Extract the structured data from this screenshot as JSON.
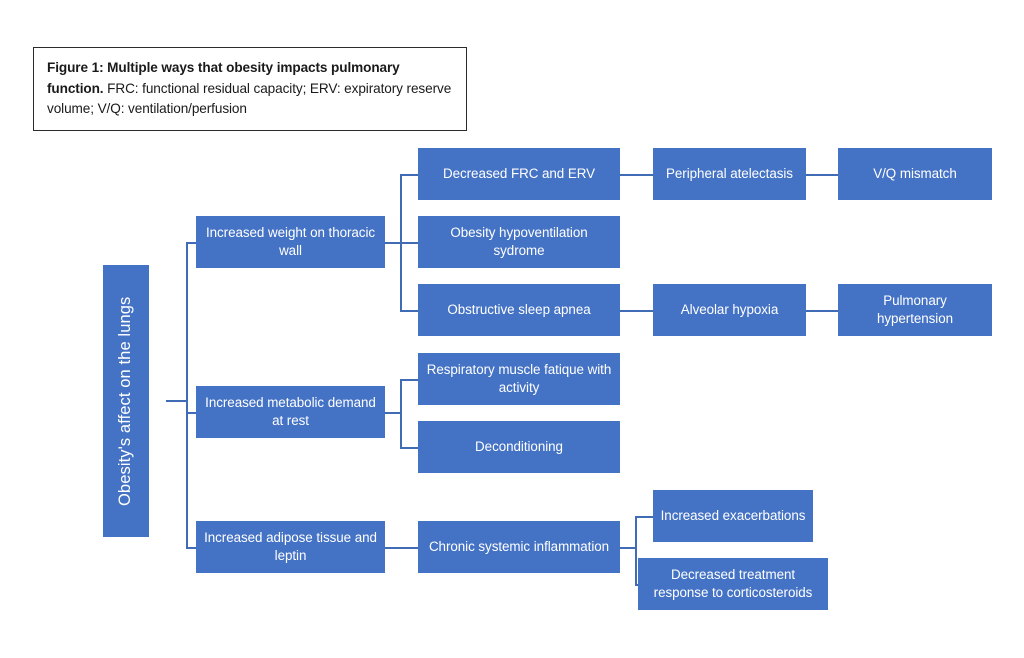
{
  "figure": {
    "caption_bold": "Figure 1: Multiple ways that obesity impacts pulmonary function.",
    "caption_rest": " FRC: functional residual capacity; ERV: expiratory reserve volume; V/Q: ventilation/perfusion"
  },
  "colors": {
    "node_fill": "#4472C4",
    "node_text": "#FFFFFF",
    "connector": "#3F6CB5",
    "caption_border": "#2B2B2B",
    "background": "#FFFFFF"
  },
  "chart_data": {
    "type": "diagram",
    "diagram_kind": "flowchart-tree",
    "orientation": "left-to-right",
    "title": "Multiple ways that obesity impacts pulmonary function",
    "root": "Obesity's affect on the lungs",
    "levels": 5,
    "nodes": [
      {
        "id": "root",
        "label": "Obesity's affect on the lungs",
        "level": 0,
        "parent": null
      },
      {
        "id": "n1",
        "label": "Increased weight on thoracic wall",
        "level": 1,
        "parent": "root"
      },
      {
        "id": "n2",
        "label": "Increased metabolic demand at rest",
        "level": 1,
        "parent": "root"
      },
      {
        "id": "n3",
        "label": "Increased adipose tissue and leptin",
        "level": 1,
        "parent": "root"
      },
      {
        "id": "n1a",
        "label": "Decreased FRC and ERV",
        "level": 2,
        "parent": "n1"
      },
      {
        "id": "n1b",
        "label": "Obesity hypoventilation sydrome",
        "level": 2,
        "parent": "n1"
      },
      {
        "id": "n1c",
        "label": "Obstructive sleep apnea",
        "level": 2,
        "parent": "n1"
      },
      {
        "id": "n2a",
        "label": "Respiratory muscle fatique with activity",
        "level": 2,
        "parent": "n2"
      },
      {
        "id": "n2b",
        "label": "Deconditioning",
        "level": 2,
        "parent": "n2"
      },
      {
        "id": "n3a",
        "label": "Chronic systemic inflammation",
        "level": 2,
        "parent": "n3"
      },
      {
        "id": "n1a1",
        "label": "Peripheral atelectasis",
        "level": 3,
        "parent": "n1a"
      },
      {
        "id": "n1c1",
        "label": "Alveolar hypoxia",
        "level": 3,
        "parent": "n1c"
      },
      {
        "id": "n3a1",
        "label": "Increased exacerbations",
        "level": 3,
        "parent": "n3a"
      },
      {
        "id": "n3a2",
        "label": "Decreased treatment response to corticosteroids",
        "level": 3,
        "parent": "n3a"
      },
      {
        "id": "n1a1a",
        "label": "V/Q mismatch",
        "level": 4,
        "parent": "n1a1"
      },
      {
        "id": "n1c1a",
        "label": "Pulmonary hypertension",
        "level": 4,
        "parent": "n1c1"
      }
    ],
    "edges": [
      [
        "root",
        "n1"
      ],
      [
        "root",
        "n2"
      ],
      [
        "root",
        "n3"
      ],
      [
        "n1",
        "n1a"
      ],
      [
        "n1",
        "n1b"
      ],
      [
        "n1",
        "n1c"
      ],
      [
        "n2",
        "n2a"
      ],
      [
        "n2",
        "n2b"
      ],
      [
        "n3",
        "n3a"
      ],
      [
        "n1a",
        "n1a1"
      ],
      [
        "n1a1",
        "n1a1a"
      ],
      [
        "n1c",
        "n1c1"
      ],
      [
        "n1c1",
        "n1c1a"
      ],
      [
        "n3a",
        "n3a1"
      ],
      [
        "n3a",
        "n3a2"
      ]
    ],
    "abbreviations": [
      {
        "term": "FRC",
        "definition": "functional residual capacity"
      },
      {
        "term": "ERV",
        "definition": "expiratory reserve volume"
      },
      {
        "term": "V/Q",
        "definition": "ventilation/perfusion"
      }
    ]
  }
}
